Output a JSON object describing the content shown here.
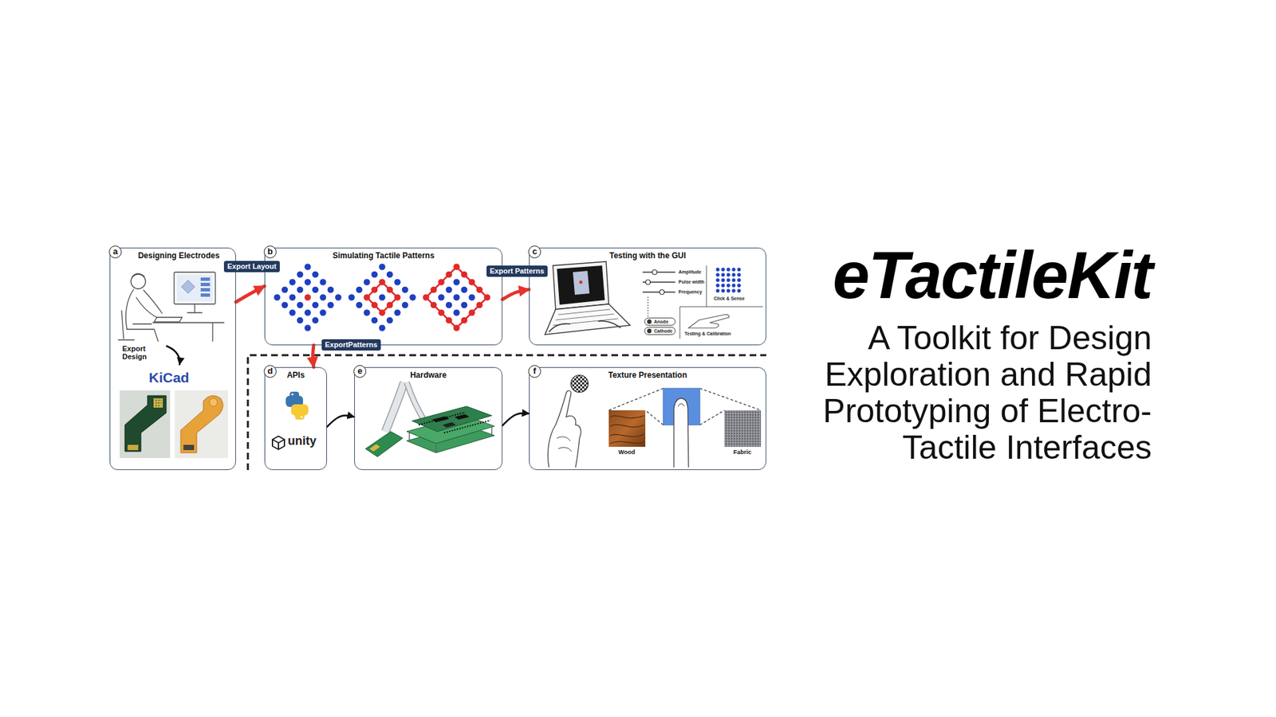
{
  "diagram": {
    "title": "eTactileKit",
    "caption": "A Toolkit for Design Exploration and Rapid Prototyping of Electro- Tactile Interfaces",
    "nodes": [
      {
        "text": [
          "a",
          "Designing Electrodes"
        ]
      },
      {
        "text": [
          "b",
          "Simulating Tactile Patterns"
        ]
      },
      {
        "text": [
          "c",
          "Testing with the GUI"
        ]
      },
      {
        "text": [
          "d",
          "APIs"
        ]
      },
      {
        "text": [
          "e",
          "Hardware"
        ]
      },
      {
        "text": [
          "f",
          "Texture Presentation"
        ]
      }
    ],
    "edges": [
      {
        "from": 0,
        "to": 1,
        "label": "Export Layout",
        "arrow": "to"
      },
      {
        "from": 1,
        "to": 2,
        "label": "Export Patterns",
        "arrow": "to"
      },
      {
        "from": 1,
        "to": 3,
        "label": "ExportPatterns",
        "arrow": "to"
      },
      {
        "from": 3,
        "to": 4,
        "arrow": "to"
      },
      {
        "from": 4,
        "to": 5,
        "arrow": "to"
      }
    ],
    "labels": [
      "Export Design",
      "KiCad",
      "Amplitude",
      "Pulse width",
      "Frequency",
      "Anode",
      "Cathode",
      "Click & Sense",
      "Testing & Calibration",
      "unity",
      "Wood",
      "Fabric"
    ]
  }
}
